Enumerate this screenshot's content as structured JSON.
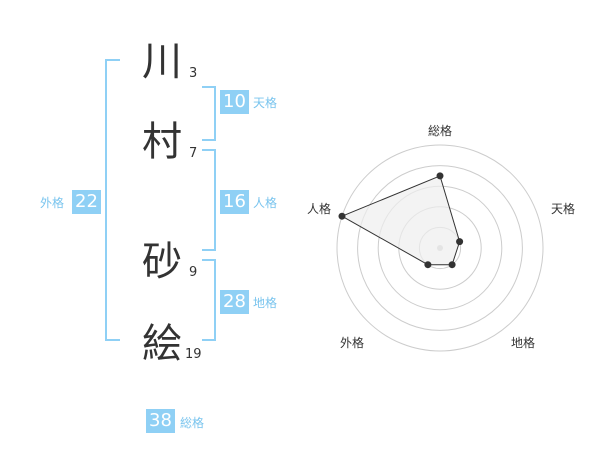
{
  "name": {
    "chars": [
      {
        "char": "川",
        "strokes": "3"
      },
      {
        "char": "村",
        "strokes": "7"
      },
      {
        "char": "砂",
        "strokes": "9"
      },
      {
        "char": "絵",
        "strokes": "19"
      }
    ]
  },
  "fortunes": {
    "tenkaku": {
      "label": "天格",
      "value": "10"
    },
    "jinkaku": {
      "label": "人格",
      "value": "16"
    },
    "chikaku": {
      "label": "地格",
      "value": "28"
    },
    "gaikaku": {
      "label": "外格",
      "value": "22"
    },
    "soukaku": {
      "label": "総格",
      "value": "38"
    }
  },
  "colors": {
    "bracket": "#8fd0f5",
    "badge_bg": "#8fd0f5",
    "badge_text": "#ffffff",
    "label_text": "#79c4ee",
    "radar_grid": "#cccccc",
    "radar_line": "#333333",
    "radar_fill": "#eeeeee"
  },
  "chart_data": {
    "type": "radar",
    "axes": [
      "総格",
      "天格",
      "地格",
      "外格",
      "人格"
    ],
    "values": [
      0.7,
      0.2,
      0.2,
      0.2,
      1.0
    ],
    "rings": 5,
    "range": [
      0,
      1
    ]
  }
}
